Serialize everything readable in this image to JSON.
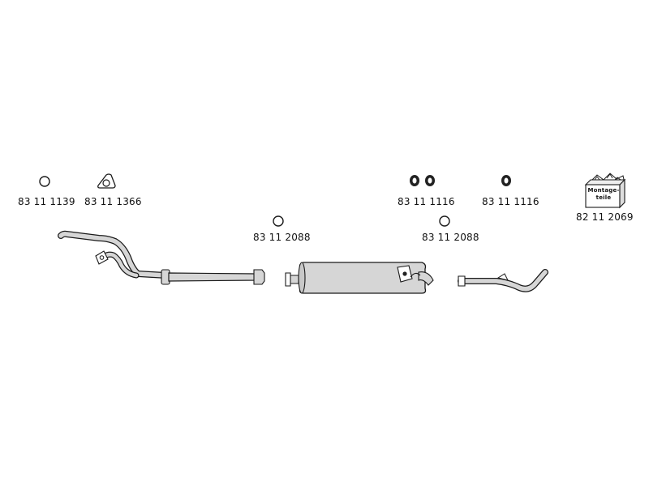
{
  "parts": {
    "ring_small_1": "83 11 1139",
    "flange_gasket": "83 11 1366",
    "hanger_pair": "83 11 1116",
    "hanger_single": "83 11 1116",
    "mounting_kit": "82 11 2069",
    "ring_mid_left": "83 11 2088",
    "ring_mid_right": "83 11 2088"
  },
  "mounting_kit_box": {
    "line1": "Montage-",
    "line2": "teile"
  },
  "colors": {
    "stroke": "#1a1a1a",
    "fill_part": "#d6d6d6",
    "fill_dark": "#222222"
  }
}
